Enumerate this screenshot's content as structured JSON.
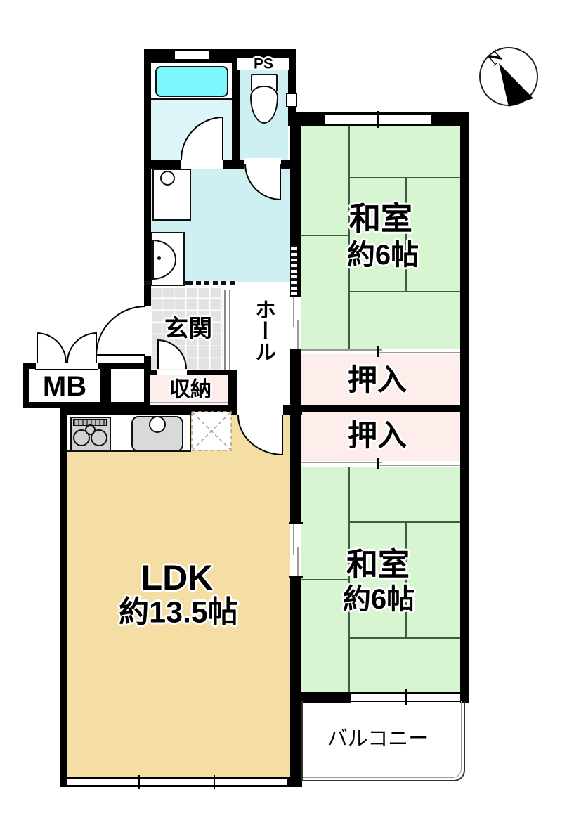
{
  "compass": {
    "north_label": "N"
  },
  "labels": {
    "ps": "PS",
    "mb": "MB",
    "genkan": "玄関",
    "hall": "ホール",
    "storage": "収納",
    "oshiire_top": "押入",
    "oshiire_bottom": "押入",
    "balcony": "バルコニー"
  },
  "rooms": {
    "washitsu_top": {
      "name": "和室",
      "size": "約6帖"
    },
    "washitsu_bottom": {
      "name": "和室",
      "size": "約6帖"
    },
    "ldk": {
      "name": "LDK",
      "size": "約13.5帖"
    }
  },
  "colors": {
    "wall": "#000000",
    "tatami_green": "#d8f5d2",
    "closet_pink": "#fdedeb",
    "ldk_tan": "#f4dea4",
    "bath_floor": "#def6f8",
    "wash_floor": "#cff0f3",
    "bathtub_cyan": "#7df6fd",
    "genkan_gray": "#e2e2e2",
    "fixture_gray": "#d9d9d9",
    "tatami_line": "#3f5b44"
  }
}
